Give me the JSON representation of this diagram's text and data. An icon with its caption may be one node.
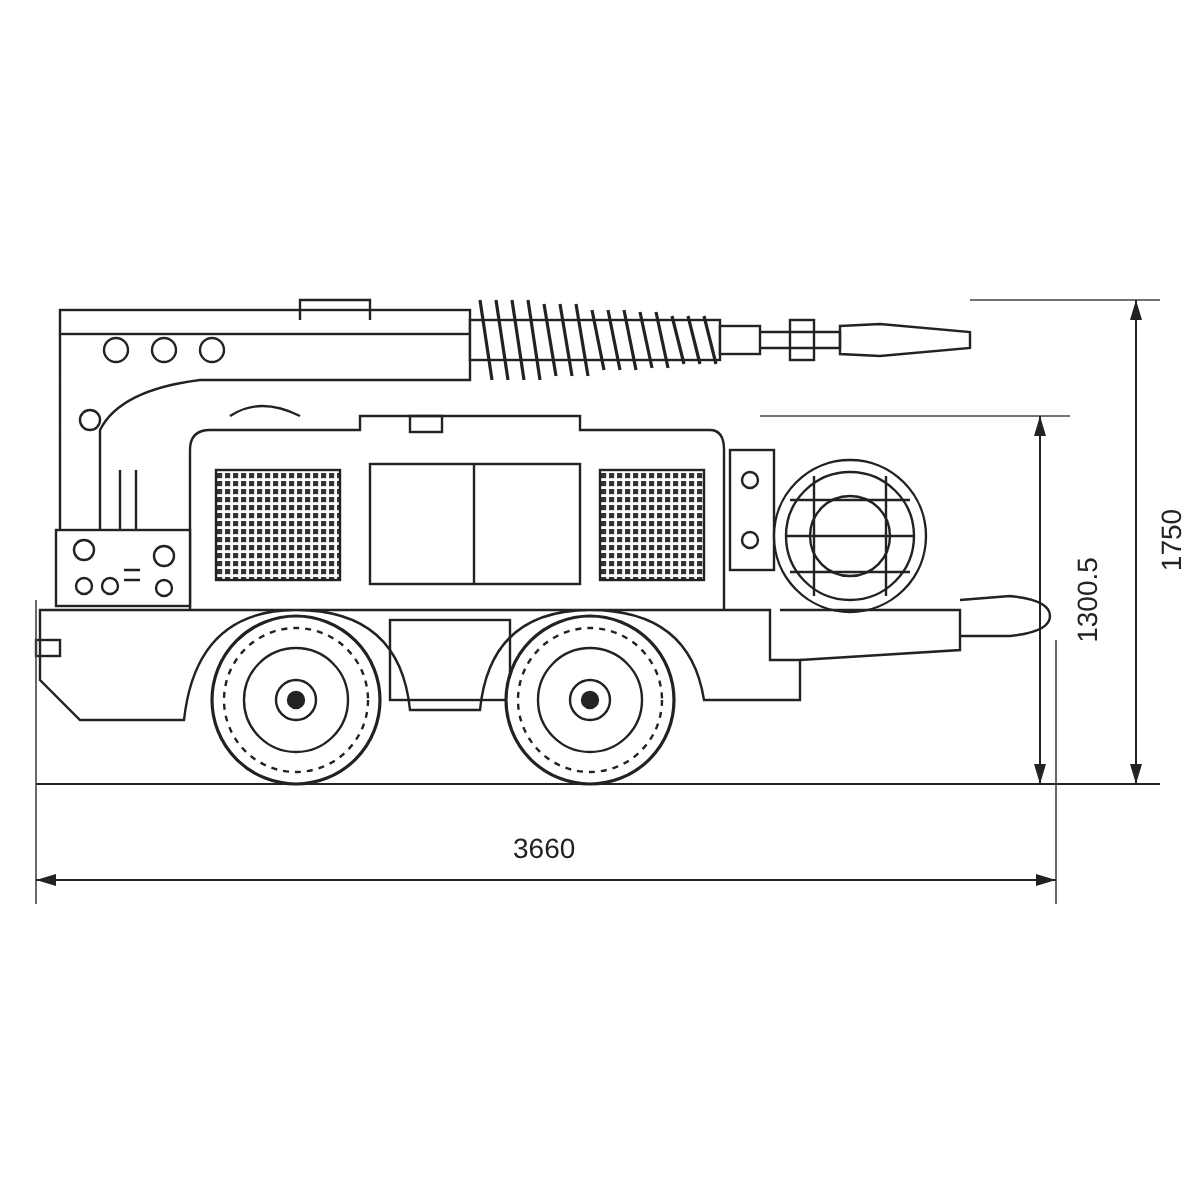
{
  "diagram": {
    "labels": [
      "3660",
      "1300.5",
      "1750"
    ]
  }
}
